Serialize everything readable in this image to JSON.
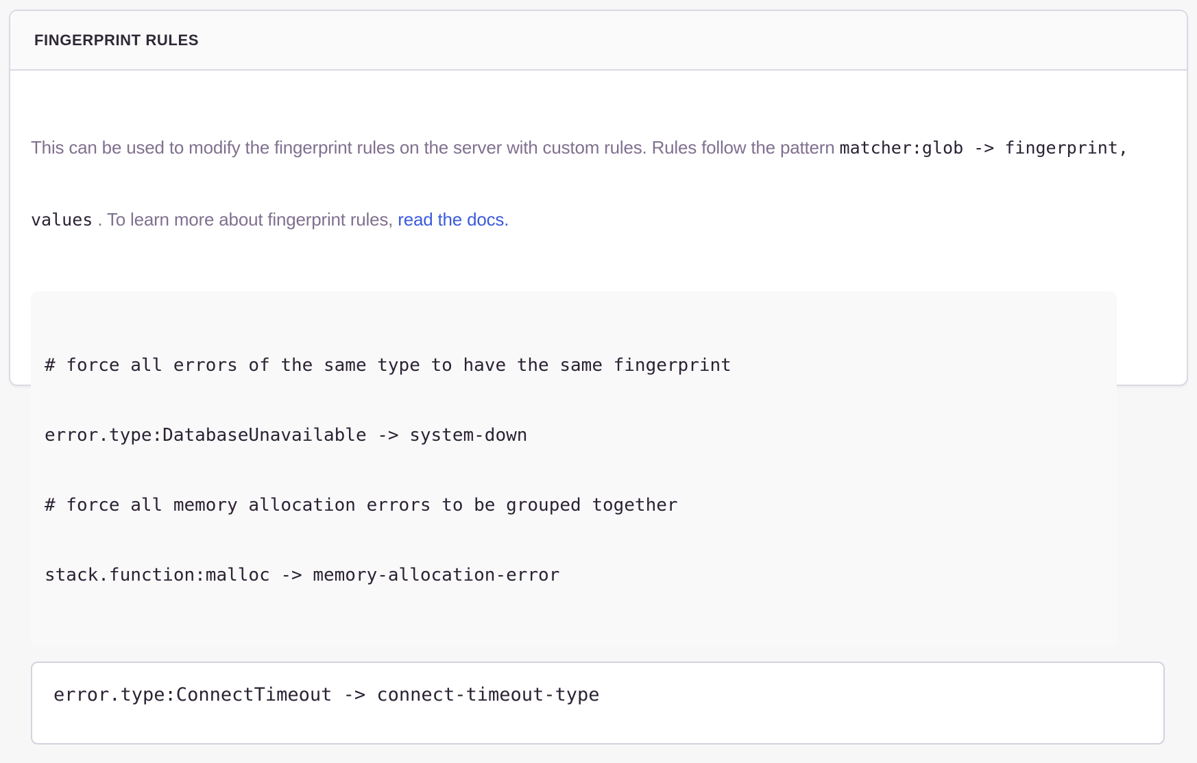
{
  "colors": {
    "page_bg": "#f7f7f8",
    "card_bg": "#ffffff",
    "card_border": "#dcd8e3",
    "header_bg": "#fafafa",
    "title_text": "#2f2936",
    "body_text": "#80708f",
    "code_text": "#2b2233",
    "code_block_bg": "#f9f9fa",
    "link": "#3b5bdb",
    "input_border": "#d6d1dd"
  },
  "panel": {
    "title": "FINGERPRINT RULES",
    "description": {
      "line1": {
        "text": "This can be used to modify the fingerprint rules on the server with custom rules. Rules follow the pattern ",
        "code": "matcher:glob -> fingerprint,"
      },
      "line2": {
        "code": "values",
        "text": " . To learn more about fingerprint rules, ",
        "link_text": "read the docs",
        "after_link": "."
      }
    },
    "example": {
      "lines": [
        "# force all errors of the same type to have the same fingerprint",
        "error.type:DatabaseUnavailable -> system-down",
        "# force all memory allocation errors to be grouped together",
        "stack.function:malloc -> memory-allocation-error"
      ]
    },
    "rules_input": {
      "value": "error.type:ConnectTimeout -> connect-timeout-type"
    }
  }
}
